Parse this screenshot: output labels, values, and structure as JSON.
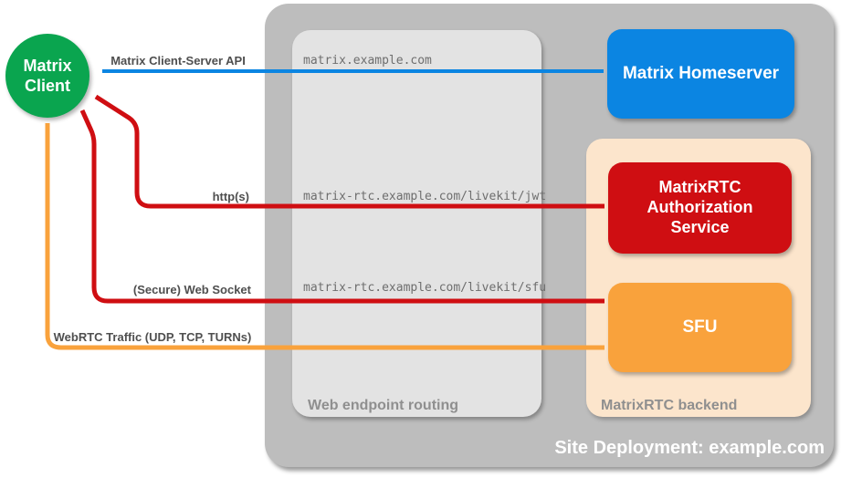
{
  "diagram": {
    "deployment_title": "Site Deployment: example.com",
    "client": {
      "label": "Matrix Client"
    },
    "homeserver": {
      "label": "Matrix Homeserver"
    },
    "routing": {
      "label": "Web endpoint routing",
      "endpoints": [
        "matrix.example.com",
        "matrix-rtc.example.com/livekit/jwt",
        "matrix-rtc.example.com/livekit/sfu"
      ]
    },
    "backend": {
      "label": "MatrixRTC backend",
      "auth_service_label": "MatrixRTC Authorization Service",
      "sfu_label": "SFU"
    },
    "connections": [
      {
        "label": "Matrix Client-Server API",
        "from": "Matrix Client",
        "to": "Matrix Homeserver",
        "color": "#0b85e2",
        "bidirectional": true
      },
      {
        "label": "http(s)",
        "from": "Matrix Client",
        "to": "MatrixRTC Authorization Service",
        "color": "#cf0e12",
        "bidirectional": true
      },
      {
        "label": "(Secure) Web Socket",
        "from": "Matrix Client",
        "to": "SFU",
        "color": "#cf0e12",
        "bidirectional": true
      },
      {
        "label": "WebRTC Traffic (UDP, TCP, TURNs)",
        "from": "Matrix Client",
        "to": "SFU",
        "color": "#f9a23c",
        "bidirectional": true
      }
    ],
    "colors": {
      "client_green": "#0aa54f",
      "homeserver_blue": "#0b85e2",
      "auth_red": "#cf0e12",
      "sfu_orange": "#f9a23c",
      "backend_peach": "#fce5cc",
      "routing_gray": "#e3e3e3",
      "deployment_gray": "#bdbdbd",
      "label_gray": "#4f4f4f",
      "endpoint_gray": "#6e6e6e"
    }
  }
}
